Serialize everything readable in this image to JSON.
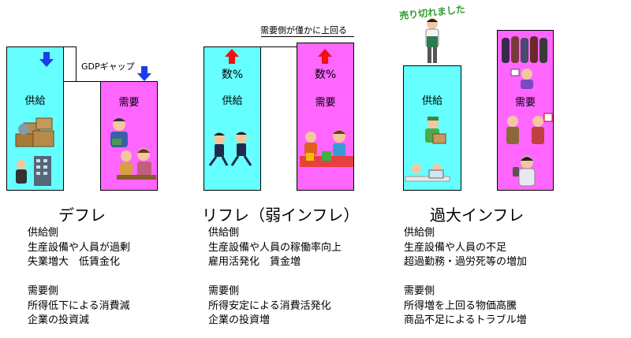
{
  "labels": {
    "supply": "供給",
    "demand": "需要",
    "gdp_gap": "GDPギャップ",
    "demand_exceeds": "需要側が僅かに上回る",
    "percent": "数%",
    "sold_out": "売り切れました"
  },
  "panels": [
    {
      "title": "デフレ",
      "lines": [
        "供給側",
        "生産設備や人員が過剰",
        "失業増大　低賃金化",
        "",
        "需要側",
        "所得低下による消費減",
        "企業の投資減"
      ]
    },
    {
      "title": "リフレ（弱インフレ）",
      "lines": [
        "供給側",
        "生産設備や人員の稼働率向上",
        "雇用活発化　賃金増",
        "",
        "需要側",
        "所得安定による消費活発化",
        "企業の投資増"
      ]
    },
    {
      "title": "過大インフレ",
      "lines": [
        "供給側",
        "生産設備や人員の不足",
        "超過勤務・過労死等の増加",
        "",
        "需要側",
        "所得増を上回る物価高騰",
        "商品不足によるトラブル増"
      ]
    }
  ],
  "colors": {
    "supply_fill": "#66ffff",
    "demand_fill": "#ff66ff",
    "arrow_down": "#1a3ee8",
    "arrow_up": "#ee1111",
    "sold_out_text": "#2e9b2e"
  }
}
